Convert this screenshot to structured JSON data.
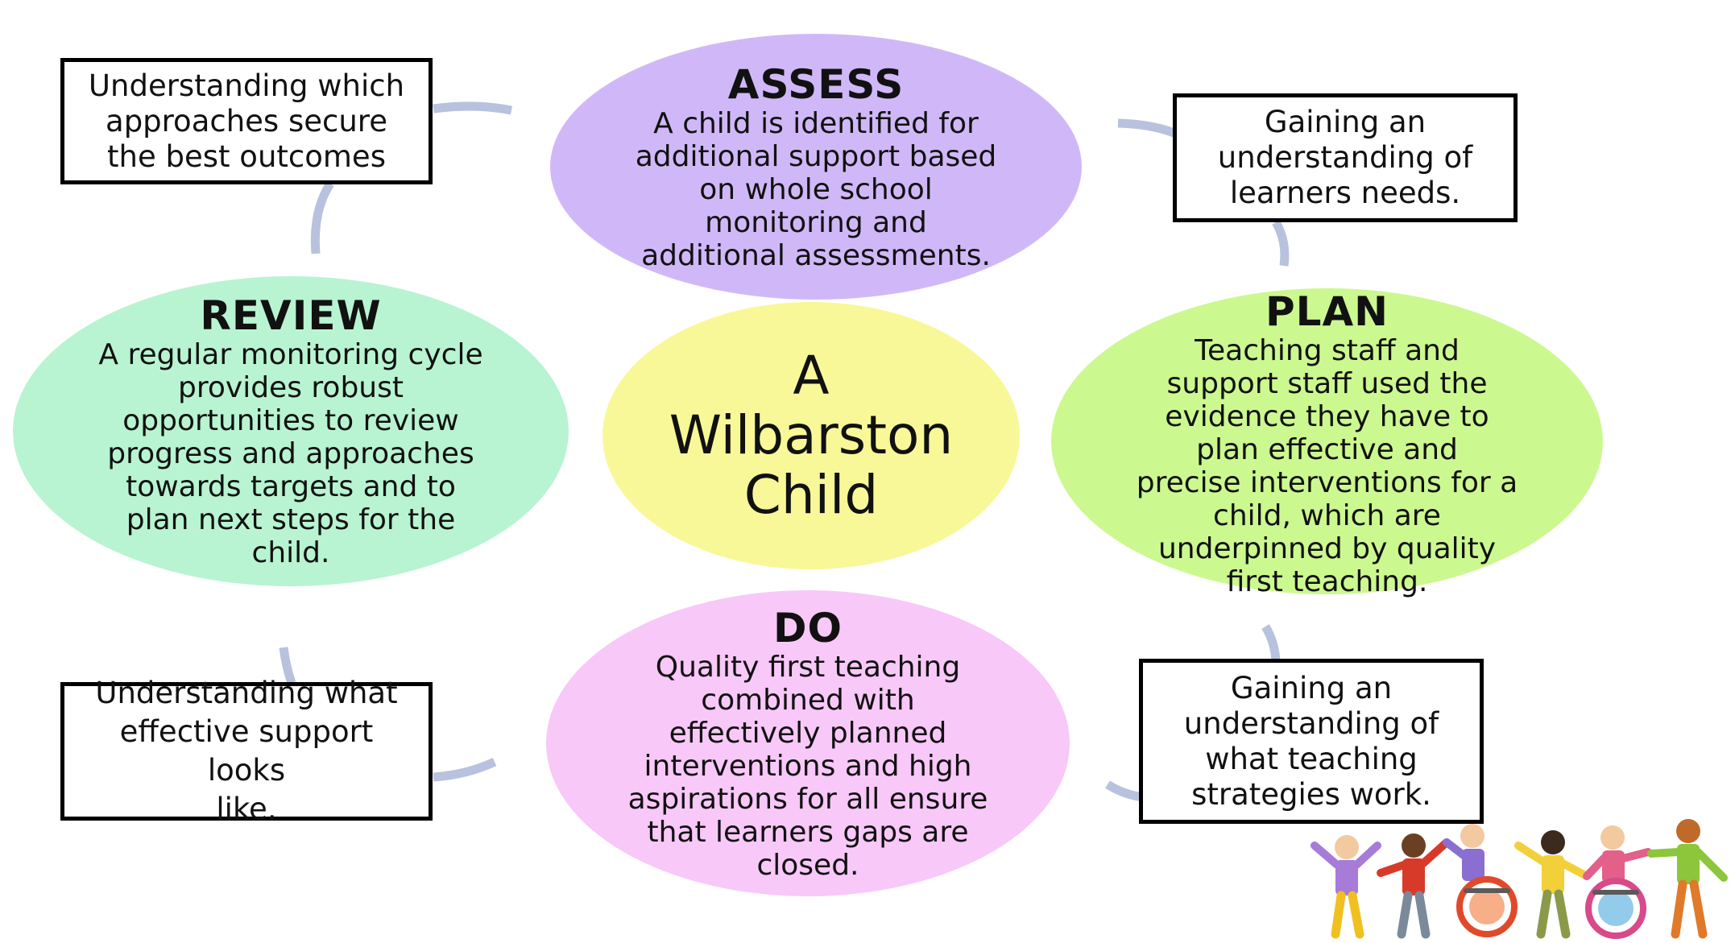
{
  "center": {
    "lines": [
      "A",
      "Wilbarston",
      "Child"
    ]
  },
  "stages": {
    "assess": {
      "title": "ASSESS",
      "lines": [
        "A child is identified for",
        "additional support based",
        "on whole school",
        "monitoring and",
        "additional assessments."
      ]
    },
    "plan": {
      "title": "PLAN",
      "lines": [
        "Teaching staff and",
        "support staff used the",
        "evidence they have to",
        "plan effective and",
        "precise interventions for a",
        "child, which are",
        "underpinned by quality",
        "first teaching."
      ]
    },
    "do": {
      "title": "DO",
      "lines": [
        "Quality first teaching",
        "combined with",
        "effectively planned",
        "interventions and high",
        "aspirations for all ensure",
        "that learners gaps are",
        "closed."
      ]
    },
    "review": {
      "title": "REVIEW",
      "lines": [
        "A regular monitoring cycle",
        "provides robust",
        "opportunities to review",
        "progress and approaches",
        "towards targets and to",
        "plan next steps for the",
        "child."
      ]
    }
  },
  "notes": {
    "top_left": {
      "lines": [
        "Understanding which",
        "approaches secure",
        "the best outcomes"
      ]
    },
    "top_right": {
      "lines": [
        "Gaining an",
        "understanding of",
        "learners needs."
      ]
    },
    "bottom_right": {
      "lines": [
        "Gaining an",
        "understanding of",
        "what teaching",
        "strategies work."
      ]
    },
    "bottom_left": {
      "lines": [
        "Understanding what",
        "effective support looks",
        "like."
      ]
    }
  },
  "colors": {
    "assess": "#d0b8f8",
    "plan": "#ccf890",
    "do": "#f8c8f8",
    "review": "#b8f4d2",
    "center": "#f8f898",
    "connector": "#b8c2de"
  },
  "decoration": {
    "image_icon": "children-holding-hands-icon"
  }
}
